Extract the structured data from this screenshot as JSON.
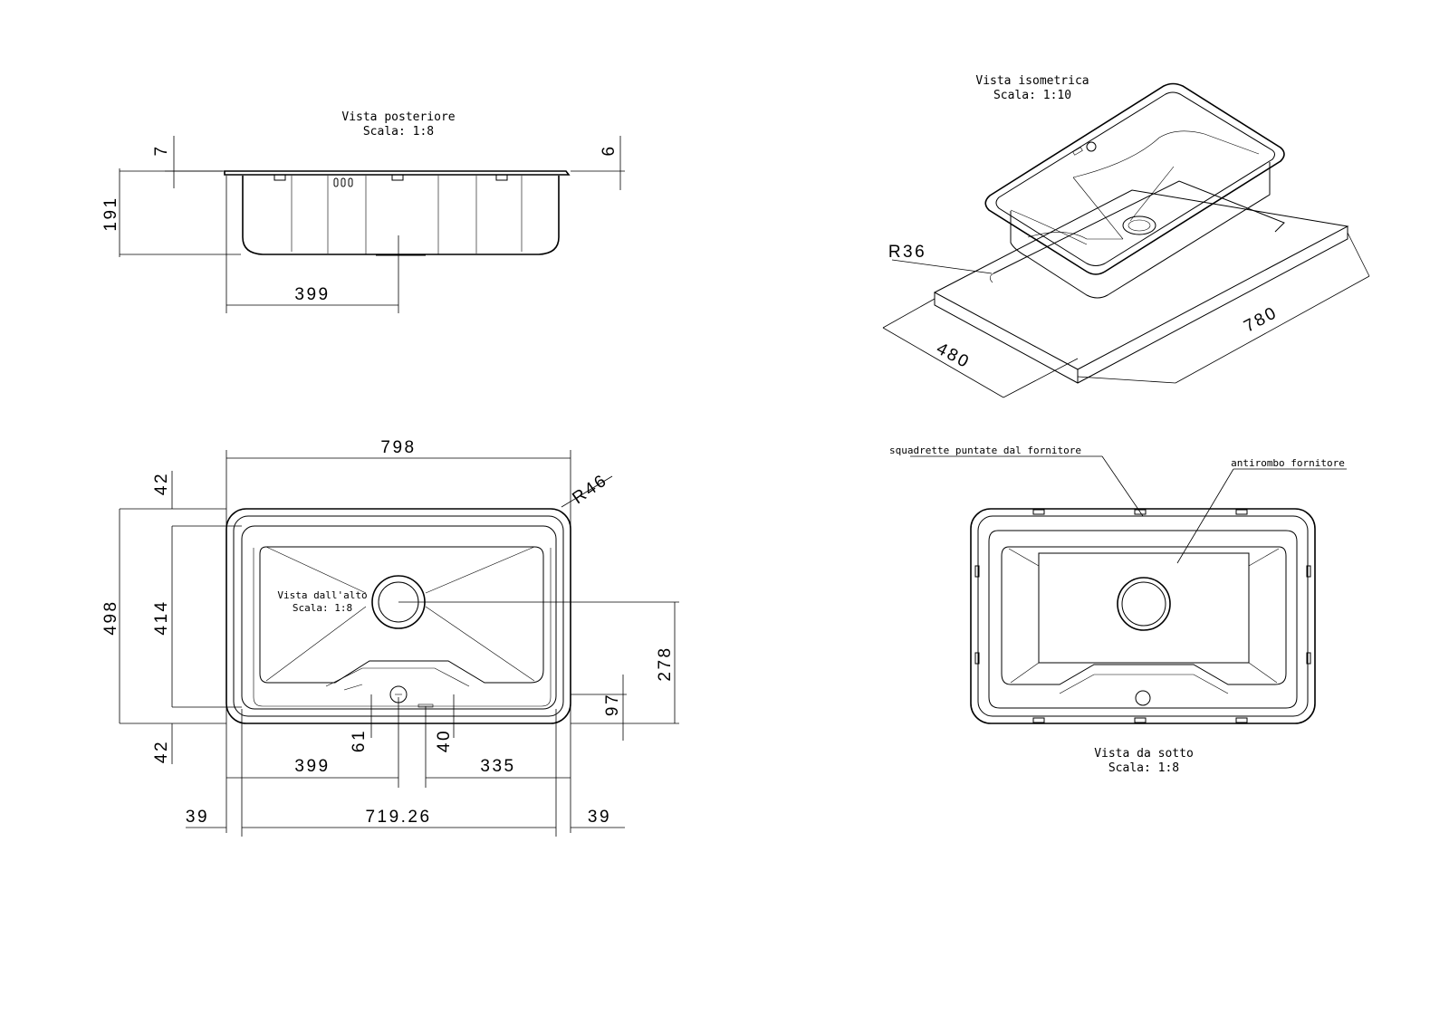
{
  "views": {
    "rear": {
      "title": "Vista posteriore",
      "scale": "Scala:  1:8"
    },
    "iso": {
      "title": "Vista isometrica",
      "scale": "Scala:  1:10"
    },
    "top": {
      "title": "Vista dall'alto",
      "scale": "Scala:  1:8"
    },
    "bottom": {
      "title": "Vista da sotto",
      "scale": "Scala:  1:8"
    }
  },
  "dimensions": {
    "rear_left_flange": "7",
    "rear_right_flange": "6",
    "rear_depth": "191",
    "rear_offset": "399",
    "iso_radius": "R36",
    "iso_depth": "480",
    "iso_width": "780",
    "top_width": "798",
    "top_corner_radius": "R46",
    "top_margin_top": "42",
    "top_height": "498",
    "top_inner_height": "414",
    "top_drain_offset": "278",
    "top_tap_offset": "97",
    "top_margin_bottom": "42",
    "top_drain_x": "61",
    "top_tap_x": "40",
    "top_left_offset": "399",
    "top_right_offset": "335",
    "top_side_left": "39",
    "top_bowl_width": "719.26",
    "top_side_right": "39"
  },
  "notes": {
    "brackets": "squadrette puntate dal fornitore",
    "antirombo": "antirombo fornitore"
  }
}
